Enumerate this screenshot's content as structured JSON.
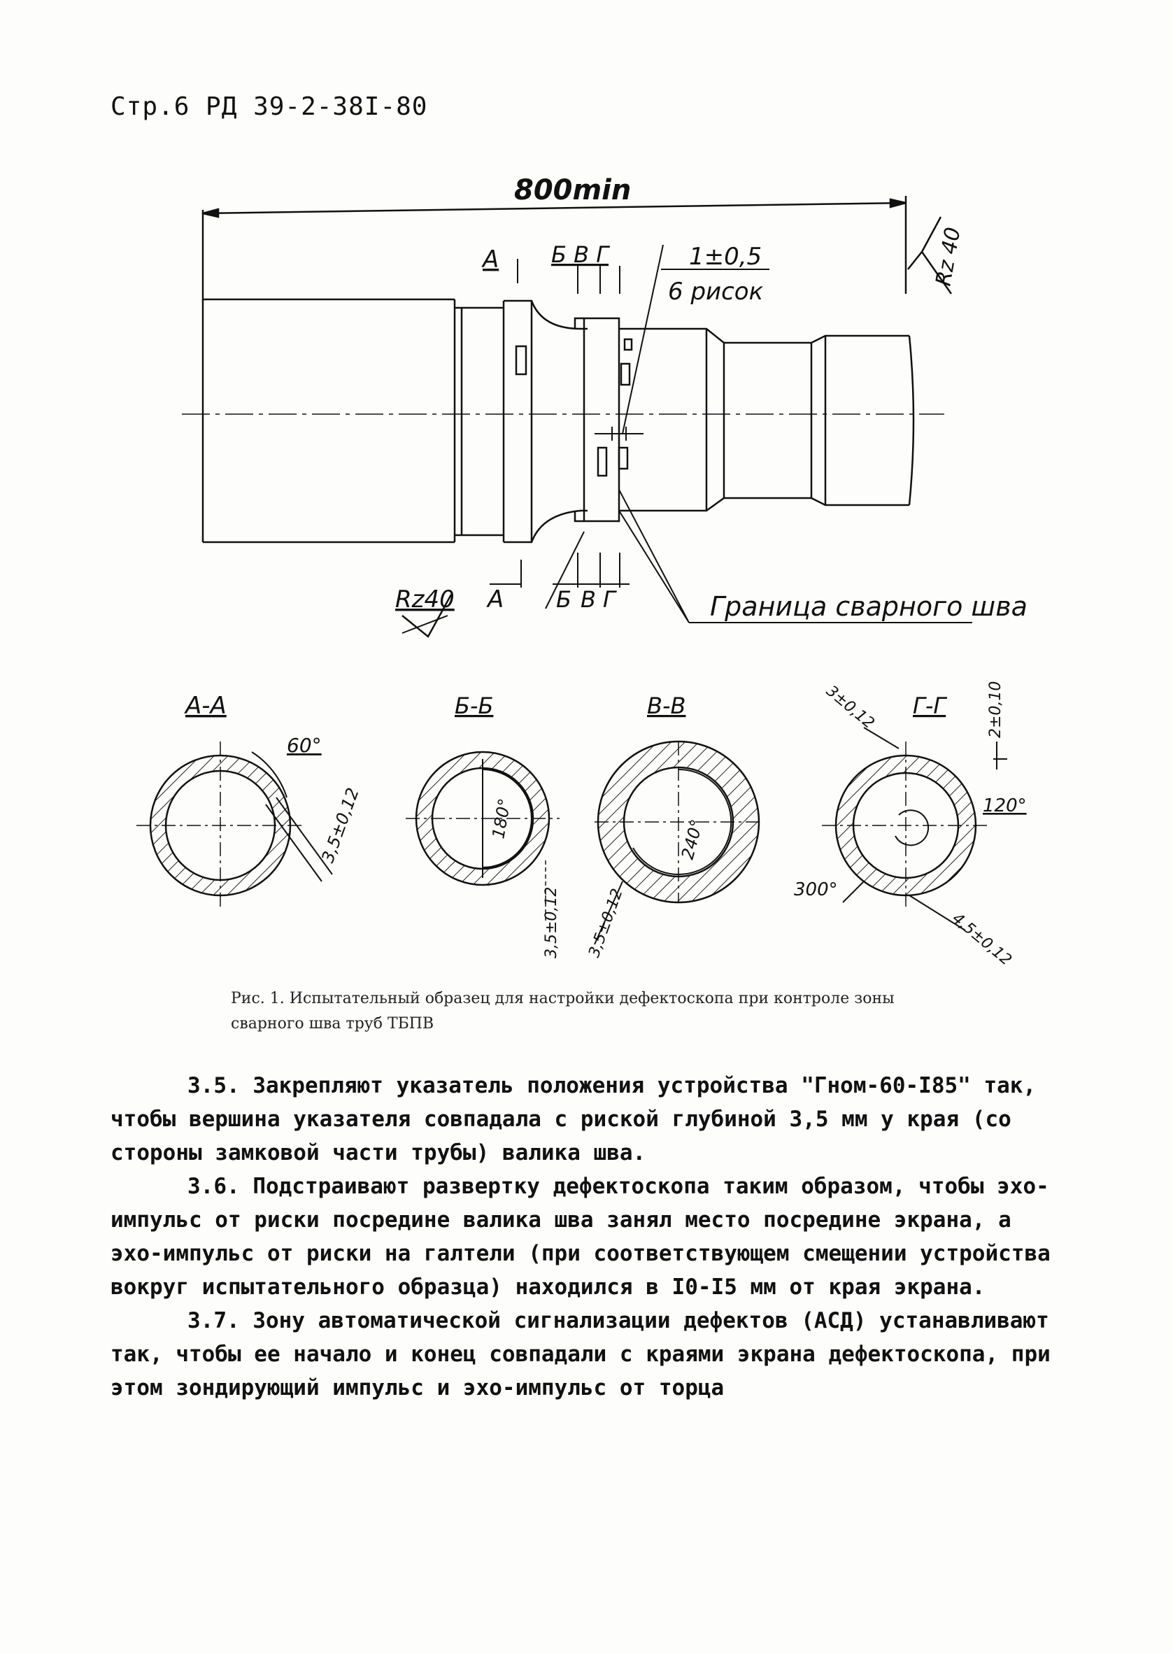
{
  "header": {
    "text": "Стр.6  РД 39-2-38I-80"
  },
  "figure": {
    "dim_total": "800min",
    "roughness_top": "Rz 40",
    "roughness_bottom": "Rz40",
    "tolerance_label": "1±0,5",
    "marks_label": "6 рисок",
    "top_section_a": "А",
    "top_section_bvg": "Б В Г",
    "bottom_a": "А",
    "bottom_b": "Б",
    "bottom_v": "В",
    "bottom_g": "Г",
    "weld_boundary": "Граница сварного шва",
    "sections": [
      {
        "title": "А-А",
        "angle": "60°",
        "dim": "3,5±0,12"
      },
      {
        "title": "Б-Б",
        "angle": "180°",
        "dim": "3,5±0,12"
      },
      {
        "title": "В-В",
        "angle": "240°",
        "dim": "3,5±0,12"
      },
      {
        "title": "Г-Г",
        "angle_top": "120°",
        "angle_bottom": "300°",
        "dim_top": "3±0,12",
        "dim_right": "2±0,10",
        "dim_bottom": "4,5±0,12"
      }
    ]
  },
  "caption": "Рис. 1. Испытательный образец для настройки дефектоскопа при контроле зоны сварного шва труб ТБПВ",
  "paragraphs": [
    "3.5. Закрепляют указатель положения устройства \"Гном-60-I85\" так, чтобы вершина указателя совпадала с риской глубиной 3,5 мм у края (со стороны замковой части трубы) валика шва.",
    "3.6. Подстраивают развертку дефектоскопа таким образом, чтобы эхо-импульс от риски посредине валика шва занял место посредине экрана, а эхо-импульс от риски на галтели (при соответствующем смещении устройства вокруг испытательного образца) находился в I0-I5 мм от края экрана.",
    "3.7. Зону автоматической сигнализации дефектов (АСД) устанавливают так, чтобы ее начало и конец совпадали с краями экрана дефектоскопа, при этом зондирующий импульс и эхо-импульс от торца"
  ]
}
